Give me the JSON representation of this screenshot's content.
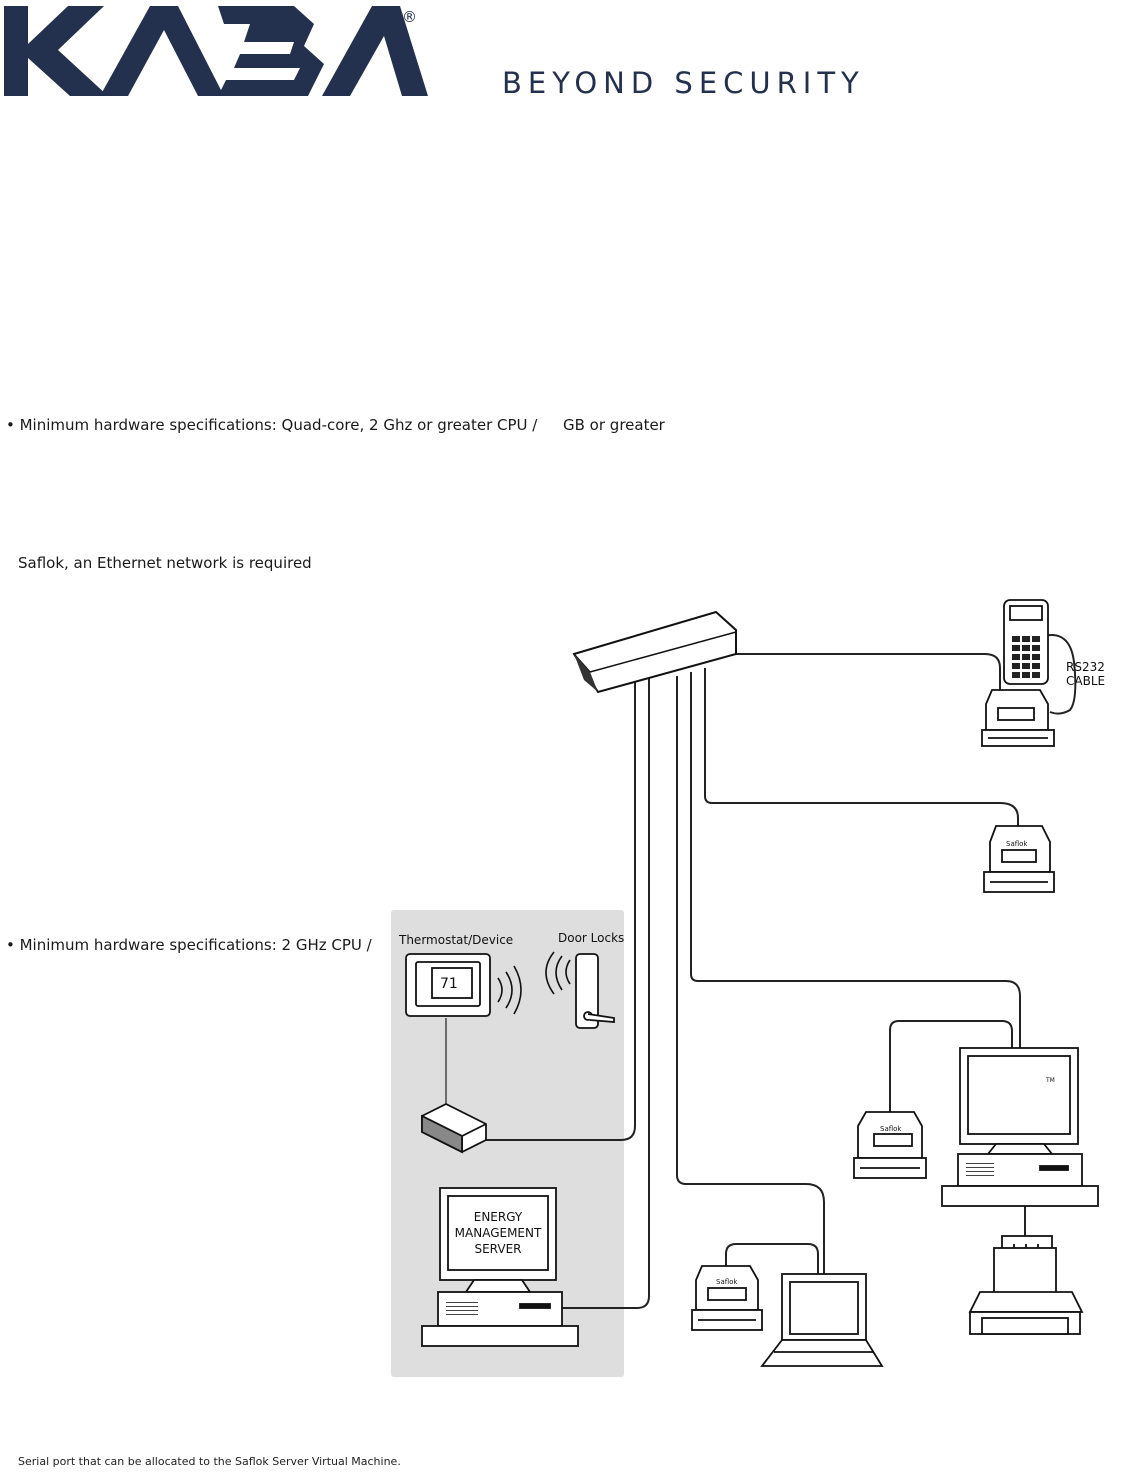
{
  "brand": {
    "logo_text": "KABA",
    "registered_mark": "®",
    "tagline": "BEYOND SECURITY",
    "color": "#23314f"
  },
  "specs": {
    "server_min_hw": "• Minimum hardware specifications: Quad-core, 2 Ghz or greater CPU /",
    "server_min_hw_ram": "GB or greater",
    "network_req": "Saflok, an Ethernet network is required",
    "workstation_min_hw": "• Minimum hardware specifications: 2 GHz CPU /"
  },
  "diagram": {
    "thermostat_label": "Thermostat/Device",
    "door_locks_label": "Door Locks",
    "thermostat_display": "71",
    "energy_server_lines": [
      "ENERGY",
      "MANAGEMENT",
      "SERVER"
    ],
    "rs232_lines": [
      "RS232",
      "CABLE"
    ],
    "encoder_brand": "Saflok",
    "monitor_mark": "TM",
    "panel_color": "#dedede"
  },
  "footer": {
    "note": "Serial port that can be allocated to the Saflok Server Virtual Machine."
  }
}
